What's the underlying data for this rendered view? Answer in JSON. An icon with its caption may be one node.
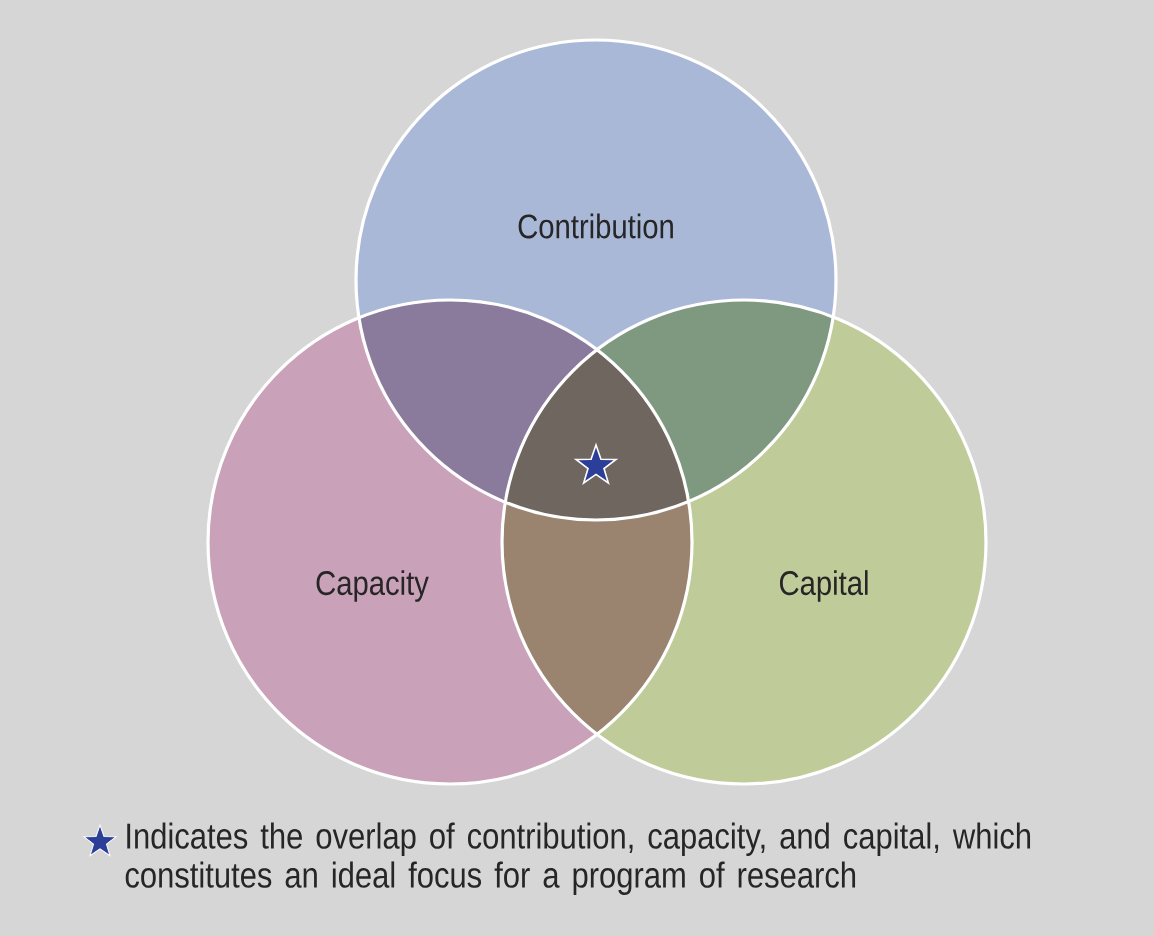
{
  "diagram": {
    "nodes": [
      {
        "text": [
          "Contribution"
        ]
      },
      {
        "text": [
          "Capacity"
        ]
      },
      {
        "text": [
          "Capital"
        ]
      }
    ],
    "legend": [
      {
        "text": "Indicates the overlap of contribution, capacity, and capital, which constitutes an ideal focus for a program of research"
      }
    ]
  }
}
